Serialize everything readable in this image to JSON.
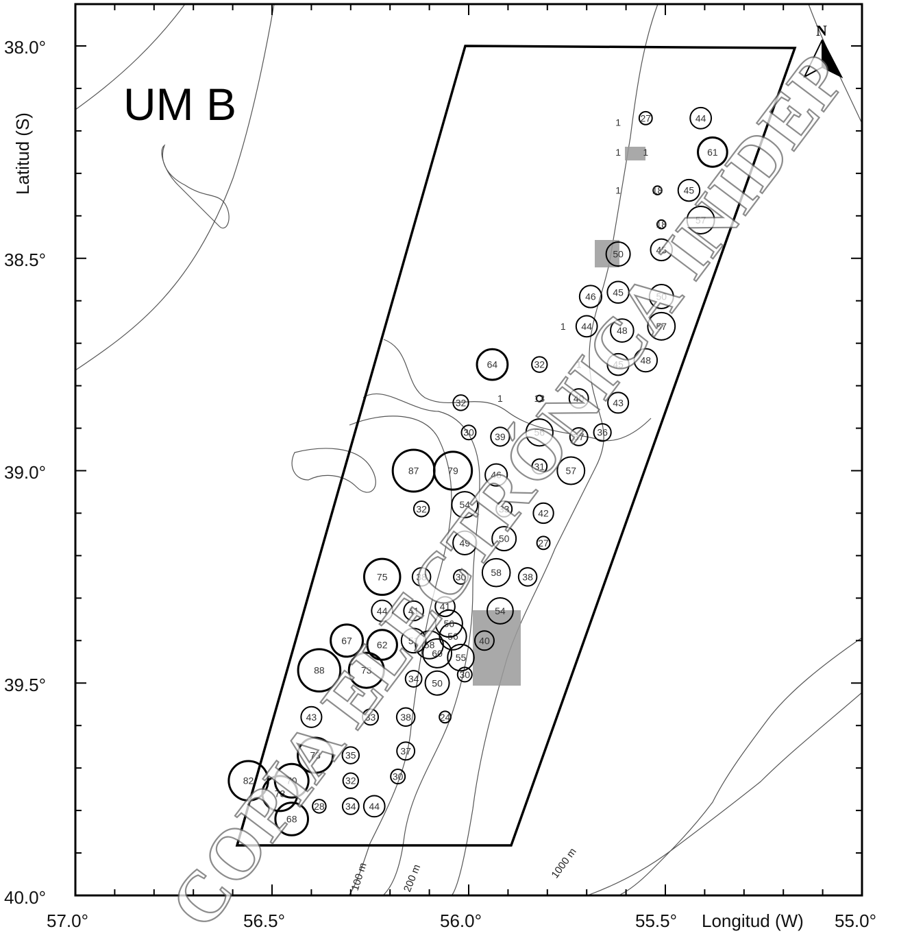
{
  "title": "UM B",
  "north_label": "N",
  "axes": {
    "x_label": "Longitud (W)",
    "y_label": "Latitud (S)",
    "x_ticks": [
      "57.0°",
      "56.5°",
      "56.0°",
      "55.5°",
      "55.0°"
    ],
    "y_ticks": [
      "38.0°",
      "38.5°",
      "39.0°",
      "39.5°",
      "40.0°"
    ]
  },
  "isobaths": [
    "100 m",
    "200 m",
    "1000 m"
  ],
  "watermark": "COPIA ELECTRÓNICA INIDEP",
  "colors": {
    "ink": "#000000",
    "shade": "#9a9a9a",
    "background": "#ffffff"
  },
  "points": [
    {
      "lon": 55.55,
      "lat": 38.17,
      "v": "27"
    },
    {
      "lon": 55.41,
      "lat": 38.17,
      "v": "44"
    },
    {
      "lon": 55.62,
      "lat": 38.18,
      "v": "1"
    },
    {
      "lon": 55.55,
      "lat": 38.25,
      "v": "1"
    },
    {
      "lon": 55.62,
      "lat": 38.25,
      "v": "1"
    },
    {
      "lon": 55.38,
      "lat": 38.25,
      "v": "61"
    },
    {
      "lon": 55.62,
      "lat": 38.34,
      "v": "1"
    },
    {
      "lon": 55.52,
      "lat": 38.34,
      "v": "18"
    },
    {
      "lon": 55.44,
      "lat": 38.34,
      "v": "45"
    },
    {
      "lon": 55.51,
      "lat": 38.42,
      "v": "18"
    },
    {
      "lon": 55.41,
      "lat": 38.41,
      "v": "57"
    },
    {
      "lon": 55.62,
      "lat": 38.49,
      "v": "50"
    },
    {
      "lon": 55.51,
      "lat": 38.48,
      "v": "45"
    },
    {
      "lon": 55.69,
      "lat": 38.59,
      "v": "46"
    },
    {
      "lon": 55.62,
      "lat": 38.58,
      "v": "45"
    },
    {
      "lon": 55.51,
      "lat": 38.59,
      "v": "50"
    },
    {
      "lon": 55.76,
      "lat": 38.66,
      "v": "1"
    },
    {
      "lon": 55.7,
      "lat": 38.66,
      "v": "44"
    },
    {
      "lon": 55.61,
      "lat": 38.67,
      "v": "48"
    },
    {
      "lon": 55.51,
      "lat": 38.66,
      "v": "57"
    },
    {
      "lon": 55.94,
      "lat": 38.75,
      "v": "64"
    },
    {
      "lon": 55.82,
      "lat": 38.75,
      "v": "32"
    },
    {
      "lon": 55.72,
      "lat": 38.75,
      "v": "1"
    },
    {
      "lon": 55.62,
      "lat": 38.75,
      "v": "45"
    },
    {
      "lon": 55.55,
      "lat": 38.74,
      "v": "48"
    },
    {
      "lon": 56.02,
      "lat": 38.84,
      "v": "32"
    },
    {
      "lon": 55.92,
      "lat": 38.83,
      "v": "1"
    },
    {
      "lon": 55.82,
      "lat": 38.83,
      "v": "13"
    },
    {
      "lon": 55.72,
      "lat": 38.83,
      "v": "40"
    },
    {
      "lon": 55.62,
      "lat": 38.84,
      "v": "43"
    },
    {
      "lon": 56.0,
      "lat": 38.91,
      "v": "30"
    },
    {
      "lon": 55.92,
      "lat": 38.92,
      "v": "39"
    },
    {
      "lon": 55.82,
      "lat": 38.91,
      "v": "56"
    },
    {
      "lon": 55.72,
      "lat": 38.92,
      "v": "37"
    },
    {
      "lon": 55.66,
      "lat": 38.91,
      "v": "36"
    },
    {
      "lon": 56.14,
      "lat": 39.0,
      "v": "87"
    },
    {
      "lon": 56.04,
      "lat": 39.0,
      "v": "79"
    },
    {
      "lon": 55.93,
      "lat": 39.01,
      "v": "46"
    },
    {
      "lon": 55.82,
      "lat": 38.99,
      "v": "31"
    },
    {
      "lon": 55.74,
      "lat": 39.0,
      "v": "57"
    },
    {
      "lon": 56.12,
      "lat": 39.09,
      "v": "32"
    },
    {
      "lon": 56.01,
      "lat": 39.08,
      "v": "54"
    },
    {
      "lon": 55.91,
      "lat": 39.09,
      "v": "33"
    },
    {
      "lon": 55.81,
      "lat": 39.1,
      "v": "42"
    },
    {
      "lon": 56.01,
      "lat": 39.17,
      "v": "49"
    },
    {
      "lon": 55.91,
      "lat": 39.16,
      "v": "50"
    },
    {
      "lon": 55.81,
      "lat": 39.17,
      "v": "27"
    },
    {
      "lon": 56.22,
      "lat": 39.25,
      "v": "75"
    },
    {
      "lon": 56.12,
      "lat": 39.25,
      "v": "38"
    },
    {
      "lon": 56.02,
      "lat": 39.25,
      "v": "30"
    },
    {
      "lon": 55.93,
      "lat": 39.24,
      "v": "58"
    },
    {
      "lon": 55.85,
      "lat": 39.25,
      "v": "38"
    },
    {
      "lon": 56.22,
      "lat": 39.33,
      "v": "44"
    },
    {
      "lon": 56.14,
      "lat": 39.33,
      "v": "41"
    },
    {
      "lon": 56.06,
      "lat": 39.32,
      "v": "41"
    },
    {
      "lon": 55.92,
      "lat": 39.33,
      "v": "54"
    },
    {
      "lon": 56.31,
      "lat": 39.4,
      "v": "67"
    },
    {
      "lon": 56.22,
      "lat": 39.41,
      "v": "62"
    },
    {
      "lon": 56.14,
      "lat": 39.4,
      "v": "51"
    },
    {
      "lon": 56.1,
      "lat": 39.41,
      "v": "58"
    },
    {
      "lon": 56.04,
      "lat": 39.39,
      "v": "56"
    },
    {
      "lon": 55.96,
      "lat": 39.4,
      "v": "40"
    },
    {
      "lon": 56.05,
      "lat": 39.36,
      "v": "56"
    },
    {
      "lon": 56.08,
      "lat": 39.43,
      "v": "60"
    },
    {
      "lon": 56.02,
      "lat": 39.44,
      "v": "55"
    },
    {
      "lon": 56.38,
      "lat": 39.47,
      "v": "88"
    },
    {
      "lon": 56.26,
      "lat": 39.47,
      "v": "73"
    },
    {
      "lon": 56.14,
      "lat": 39.49,
      "v": "34"
    },
    {
      "lon": 56.08,
      "lat": 39.5,
      "v": "50"
    },
    {
      "lon": 56.01,
      "lat": 39.48,
      "v": "30"
    },
    {
      "lon": 56.4,
      "lat": 39.58,
      "v": "43"
    },
    {
      "lon": 56.25,
      "lat": 39.58,
      "v": "33"
    },
    {
      "lon": 56.16,
      "lat": 39.58,
      "v": "38"
    },
    {
      "lon": 56.06,
      "lat": 39.58,
      "v": "24"
    },
    {
      "lon": 56.39,
      "lat": 39.67,
      "v": "73"
    },
    {
      "lon": 56.3,
      "lat": 39.67,
      "v": "35"
    },
    {
      "lon": 56.16,
      "lat": 39.66,
      "v": "37"
    },
    {
      "lon": 56.56,
      "lat": 39.73,
      "v": "82"
    },
    {
      "lon": 56.45,
      "lat": 39.73,
      "v": "70"
    },
    {
      "lon": 56.3,
      "lat": 39.73,
      "v": "32"
    },
    {
      "lon": 56.18,
      "lat": 39.72,
      "v": "30"
    },
    {
      "lon": 56.48,
      "lat": 39.76,
      "v": "73"
    },
    {
      "lon": 56.38,
      "lat": 39.79,
      "v": "28"
    },
    {
      "lon": 56.3,
      "lat": 39.79,
      "v": "34"
    },
    {
      "lon": 56.24,
      "lat": 39.79,
      "v": "44"
    },
    {
      "lon": 56.45,
      "lat": 39.82,
      "v": "68"
    }
  ]
}
